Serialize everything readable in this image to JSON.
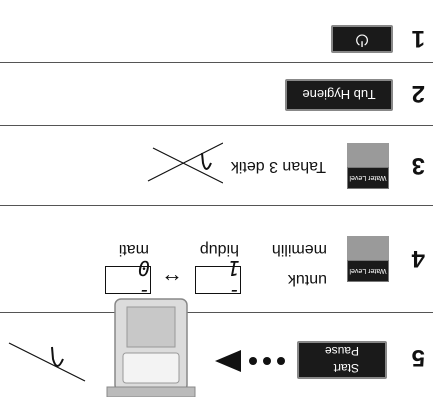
{
  "steps": [
    {
      "num": "1",
      "button_symbol": "⏻"
    },
    {
      "num": "2",
      "button_label": "Tub Hygiene"
    },
    {
      "num": "3",
      "button_label": "Water Level",
      "instruction": "Tahan 3 detik"
    },
    {
      "num": "4",
      "button_label": "Water Level",
      "instruction_line1": "untuk",
      "instruction_line2": "memilih",
      "option_on_display": "- 1",
      "option_on_label": "hidup",
      "option_off_display": "- 0",
      "option_off_label": "mati",
      "arrow": "↔"
    },
    {
      "num": "5",
      "button_line1": "Start",
      "button_line2": "Pause"
    }
  ]
}
